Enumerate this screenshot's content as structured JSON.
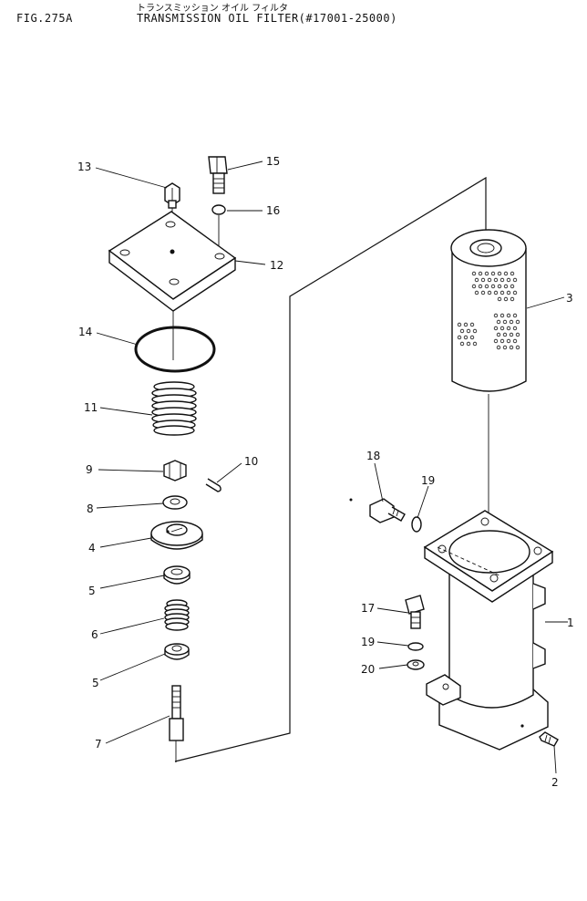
{
  "header": {
    "figure_number": "FIG.275A",
    "japanese_title": "トランスミッション オイル フィルタ",
    "title": "TRANSMISSION OIL FILTER(#17001-25000)"
  },
  "callouts": {
    "c1": "1",
    "c2": "2",
    "c3": "3",
    "c4": "4",
    "c5a": "5",
    "c5b": "5",
    "c6": "6",
    "c7": "7",
    "c8": "8",
    "c9": "9",
    "c10": "10",
    "c11": "11",
    "c12": "12",
    "c13": "13",
    "c14": "14",
    "c15": "15",
    "c16": "16",
    "c17": "17",
    "c18": "18",
    "c19a": "19",
    "c19b": "19",
    "c20": "20"
  }
}
